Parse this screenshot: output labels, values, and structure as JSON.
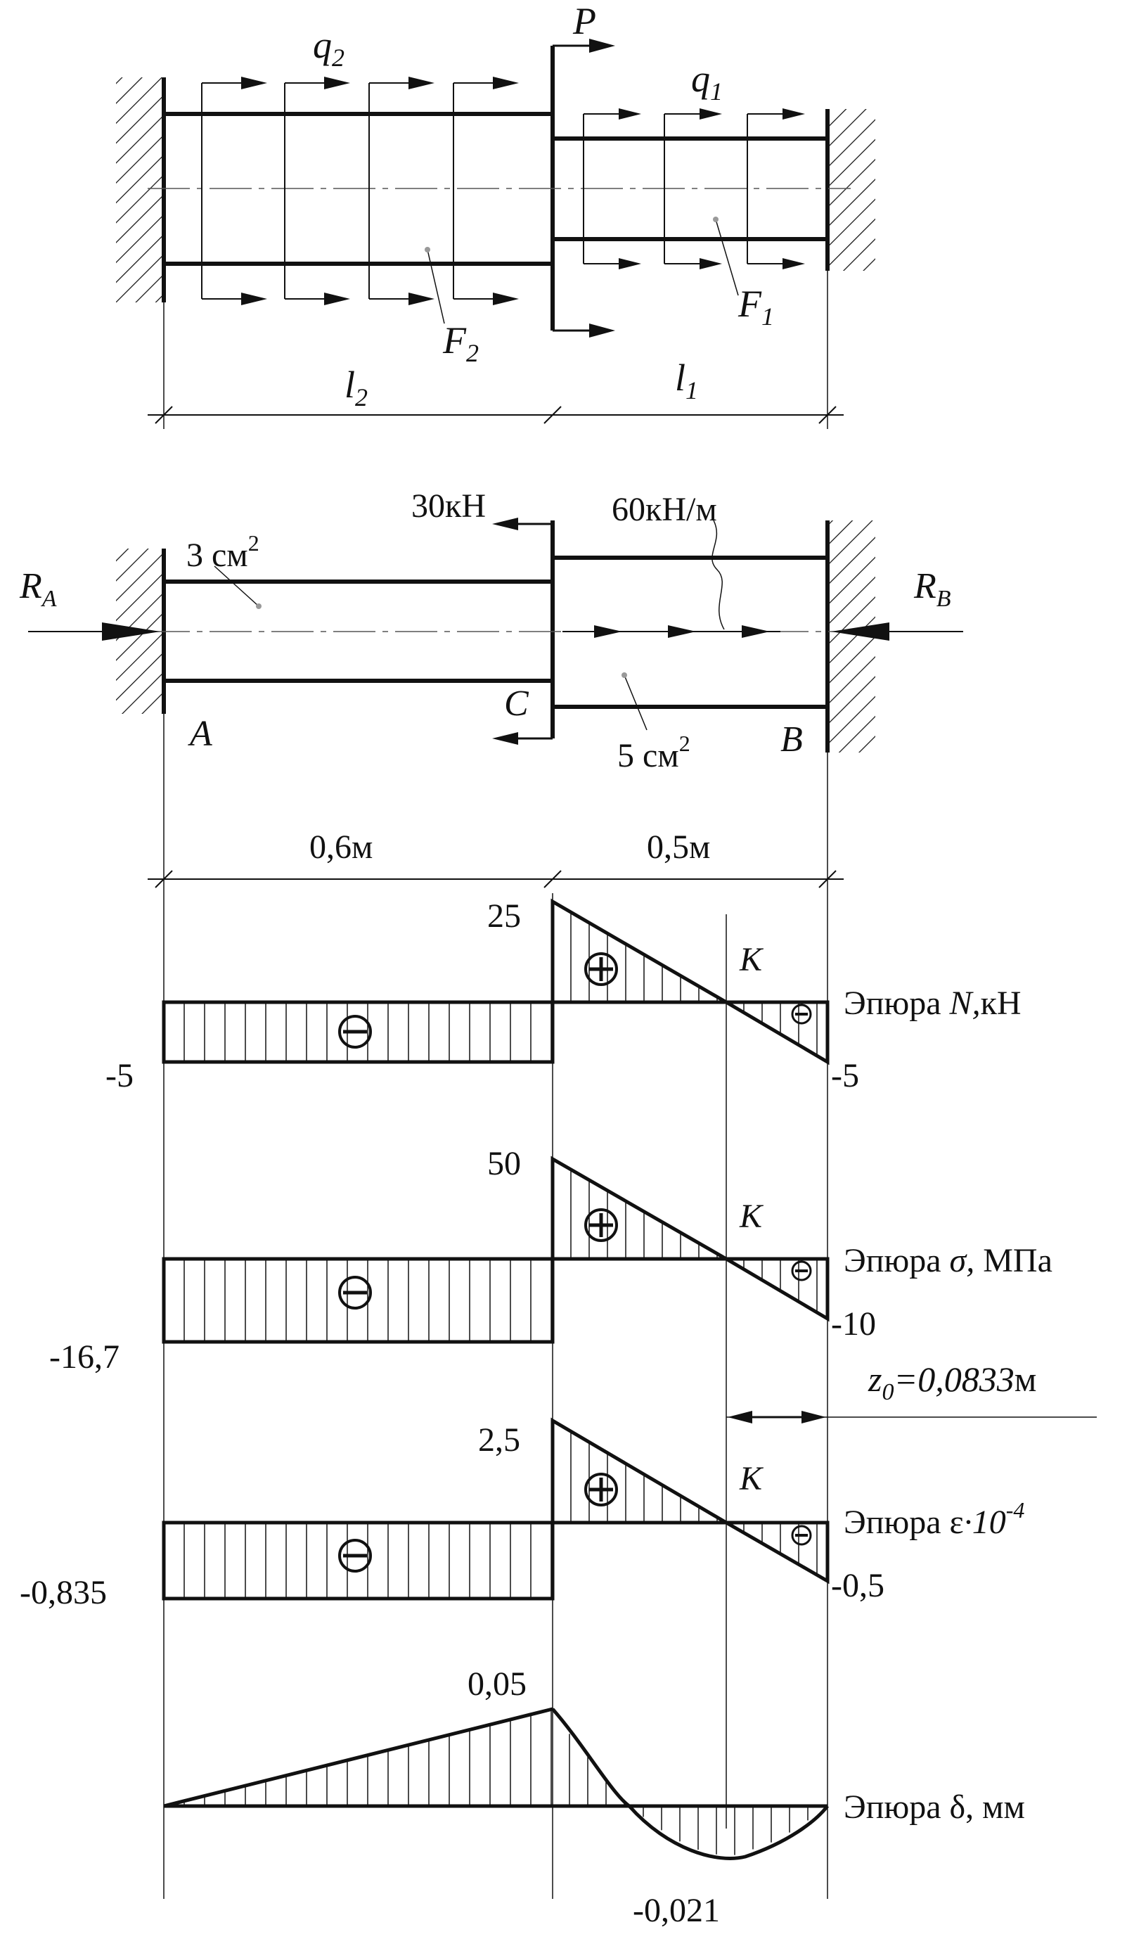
{
  "scheme": {
    "q2": "q",
    "q2_sub": "2",
    "q1": "q",
    "q1_sub": "1",
    "P": "P",
    "F2": "F",
    "F2_sub": "2",
    "F1": "F",
    "F1_sub": "1",
    "l2": "l",
    "l2_sub": "2",
    "l1": "l",
    "l1_sub": "1"
  },
  "design": {
    "force_label": "30кН",
    "dist_load_label": "60кН/м",
    "area_left": "3 см",
    "area_left_exp": "2",
    "area_right": "5 см",
    "area_right_exp": "2",
    "RA": "R",
    "RA_sub": "A",
    "RB": "R",
    "RB_sub": "B",
    "A": "A",
    "B": "B",
    "C": "C",
    "len_left": "0,6м",
    "len_right": "0,5м"
  },
  "diagrams": {
    "N": {
      "title_prefix": "Эпюра ",
      "symbol": "N,",
      "unit": "кН",
      "top": "25",
      "left_value": "-5",
      "right_value": "-5",
      "K": "K"
    },
    "sigma": {
      "title_prefix": "Эпюра ",
      "symbol": "σ,",
      "unit": " МПа",
      "top": "50",
      "left_value": "-16,7",
      "right_value": "-10",
      "K": "K"
    },
    "eps": {
      "title_prefix": "Эпюра ",
      "symbol": "ε",
      "mult": "·10",
      "exp": "-4",
      "top": "2,5",
      "left_value": "-0,835",
      "right_value": "-0,5",
      "K": "K"
    },
    "delta": {
      "title": "Эпюра δ, мм",
      "top": "0,05",
      "bottom": "-0,021"
    },
    "z0": {
      "label": "z",
      "sub": "0",
      "value": "=0,0833",
      "unit": "м"
    }
  },
  "signs": {
    "plus": "+",
    "minus": "−"
  }
}
